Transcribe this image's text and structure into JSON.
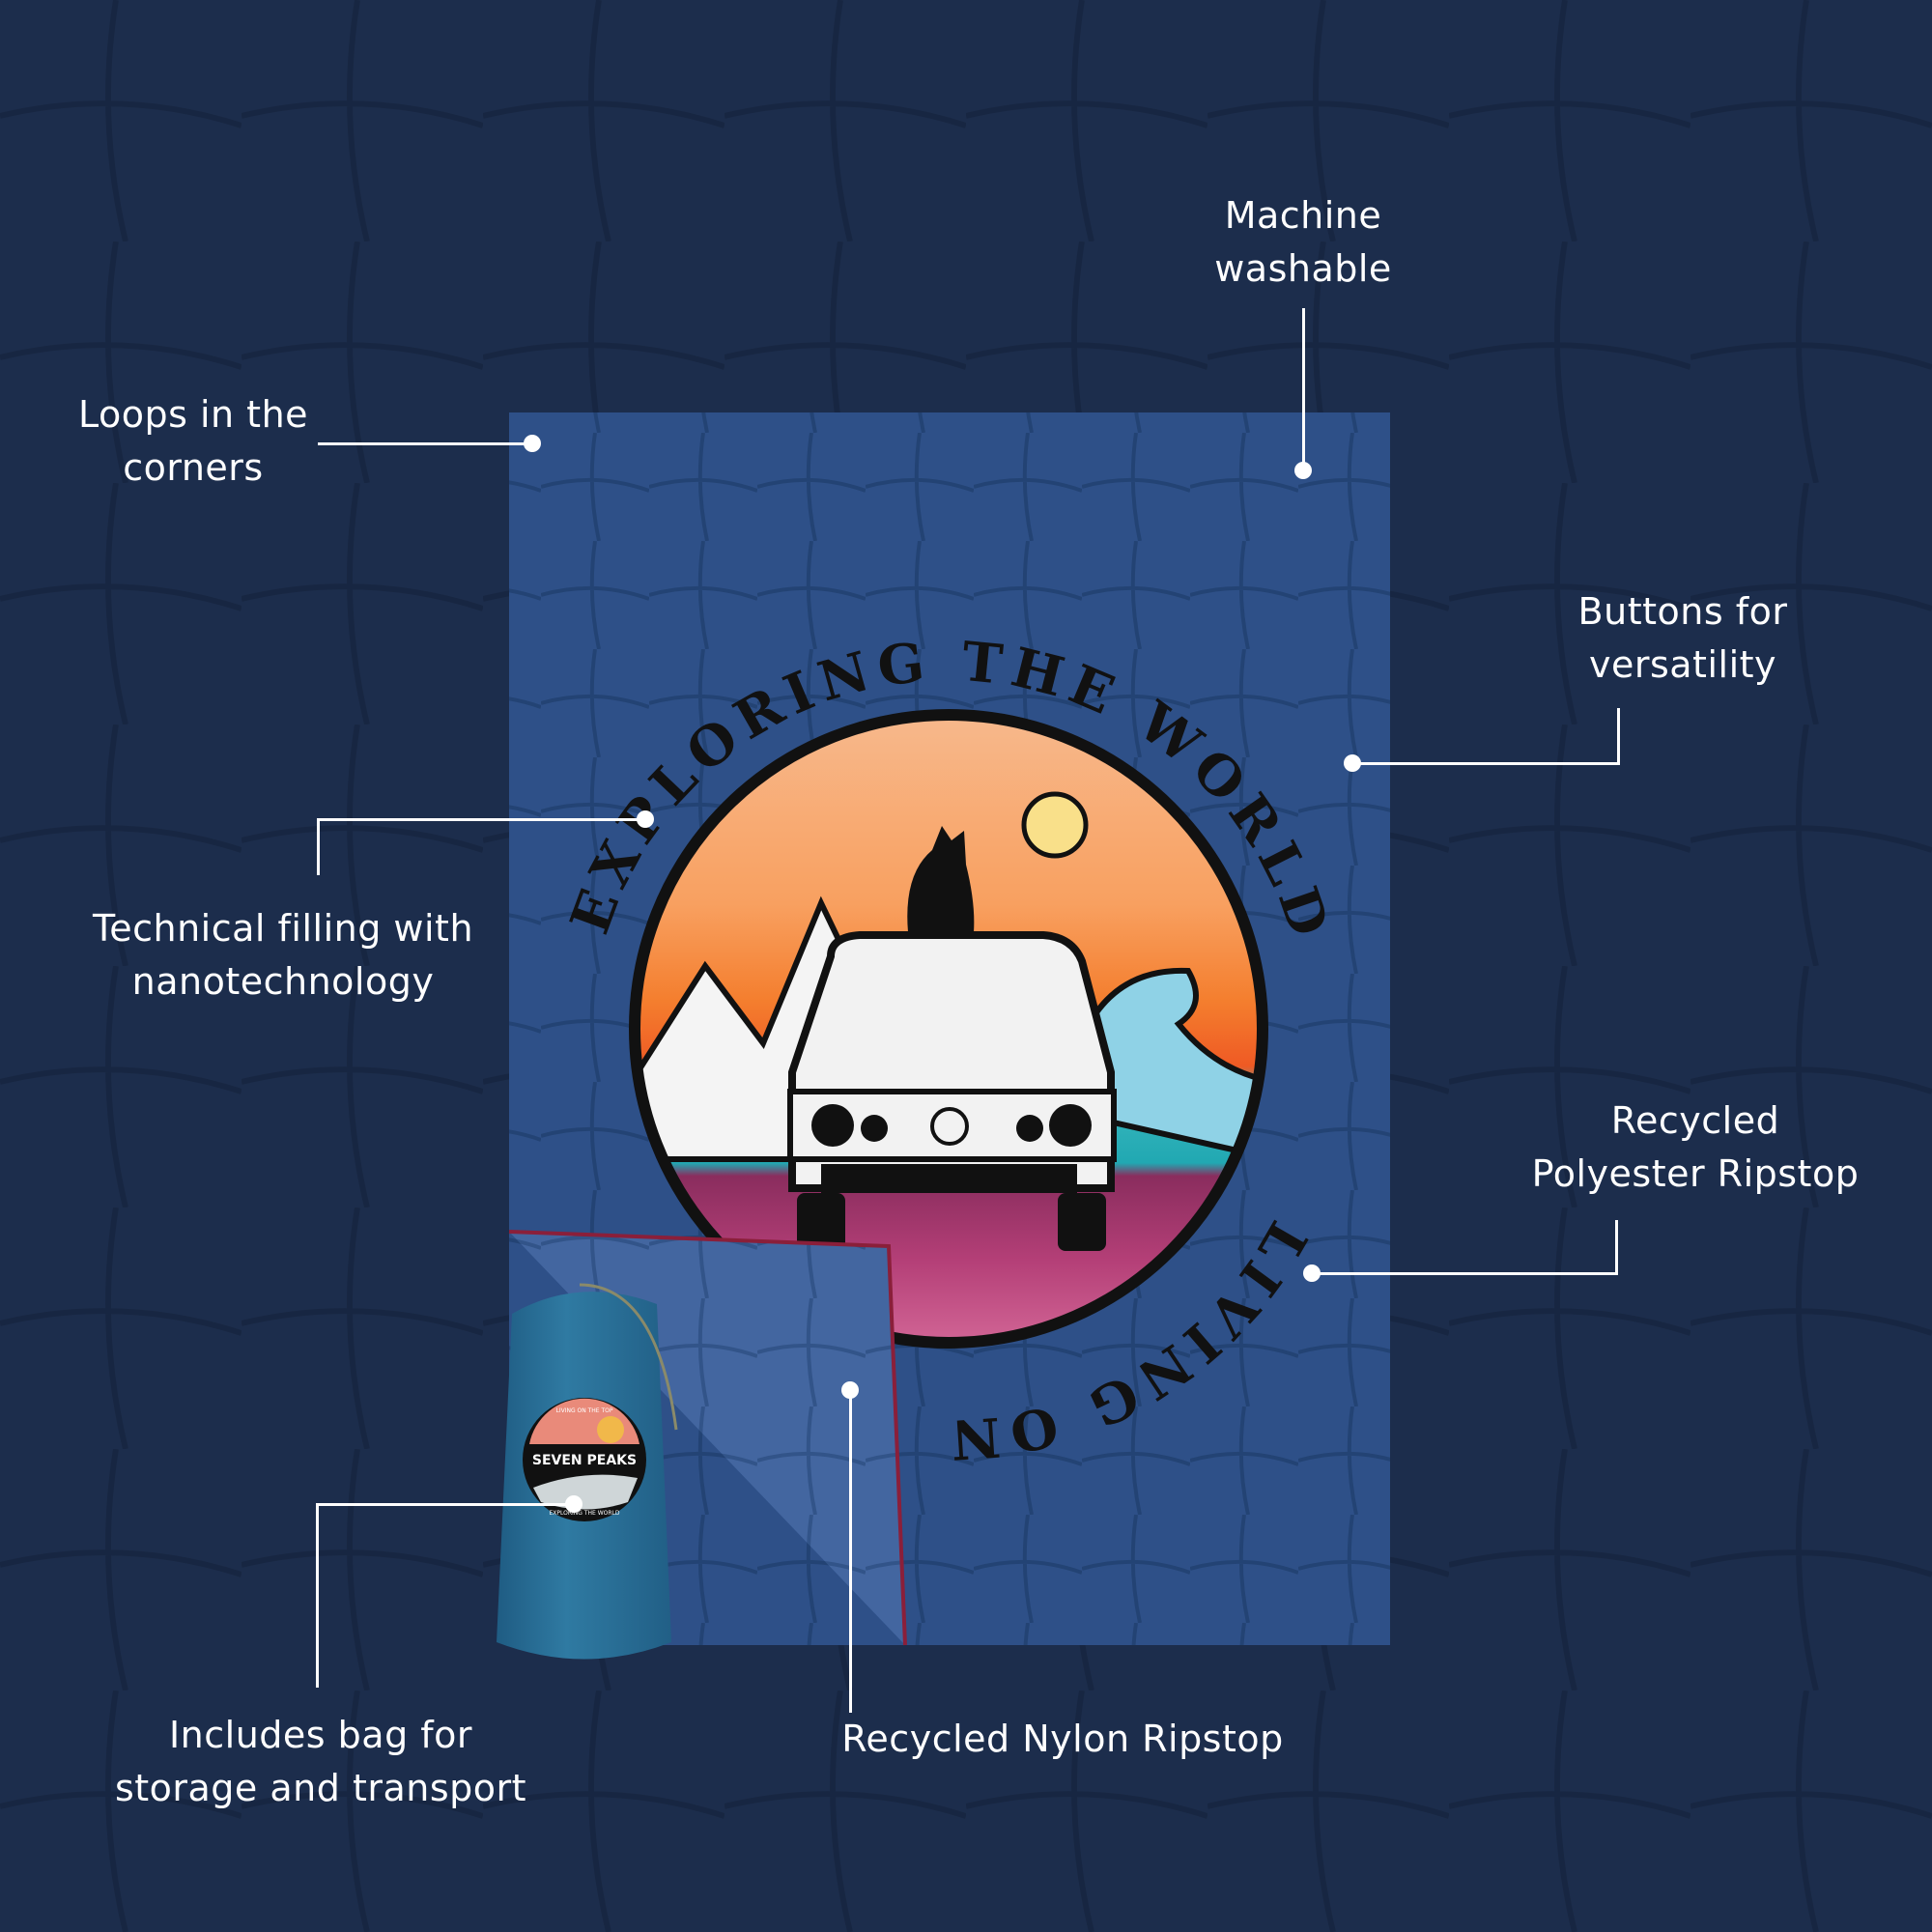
{
  "colors": {
    "background": "#1c2d4c",
    "blanket": "#2e5088",
    "fold": "#4366a0",
    "bag": "#2a6f96",
    "accent_line": "#ffffff"
  },
  "callouts": {
    "machine_washable": [
      "Machine",
      "washable"
    ],
    "loops": [
      "Loops in the",
      "corners"
    ],
    "buttons": [
      "Buttons for",
      "versatility"
    ],
    "technical": [
      "Technical filling with",
      "nanotechnology"
    ],
    "polyester": [
      "Recycled",
      "Polyester Ripstop"
    ],
    "bag": [
      "Includes bag for",
      "storage and transport"
    ],
    "nylon": [
      "Recycled Nylon Ripstop"
    ]
  },
  "print": {
    "top_arc": "EXPLORING THE WORLD",
    "bottom_arc": "LIVING ON"
  },
  "bag_badge": {
    "top": "LIVING ON THE TOP",
    "brand": "SEVEN PEAKS",
    "bottom": "EXPLORING THE WORLD"
  }
}
